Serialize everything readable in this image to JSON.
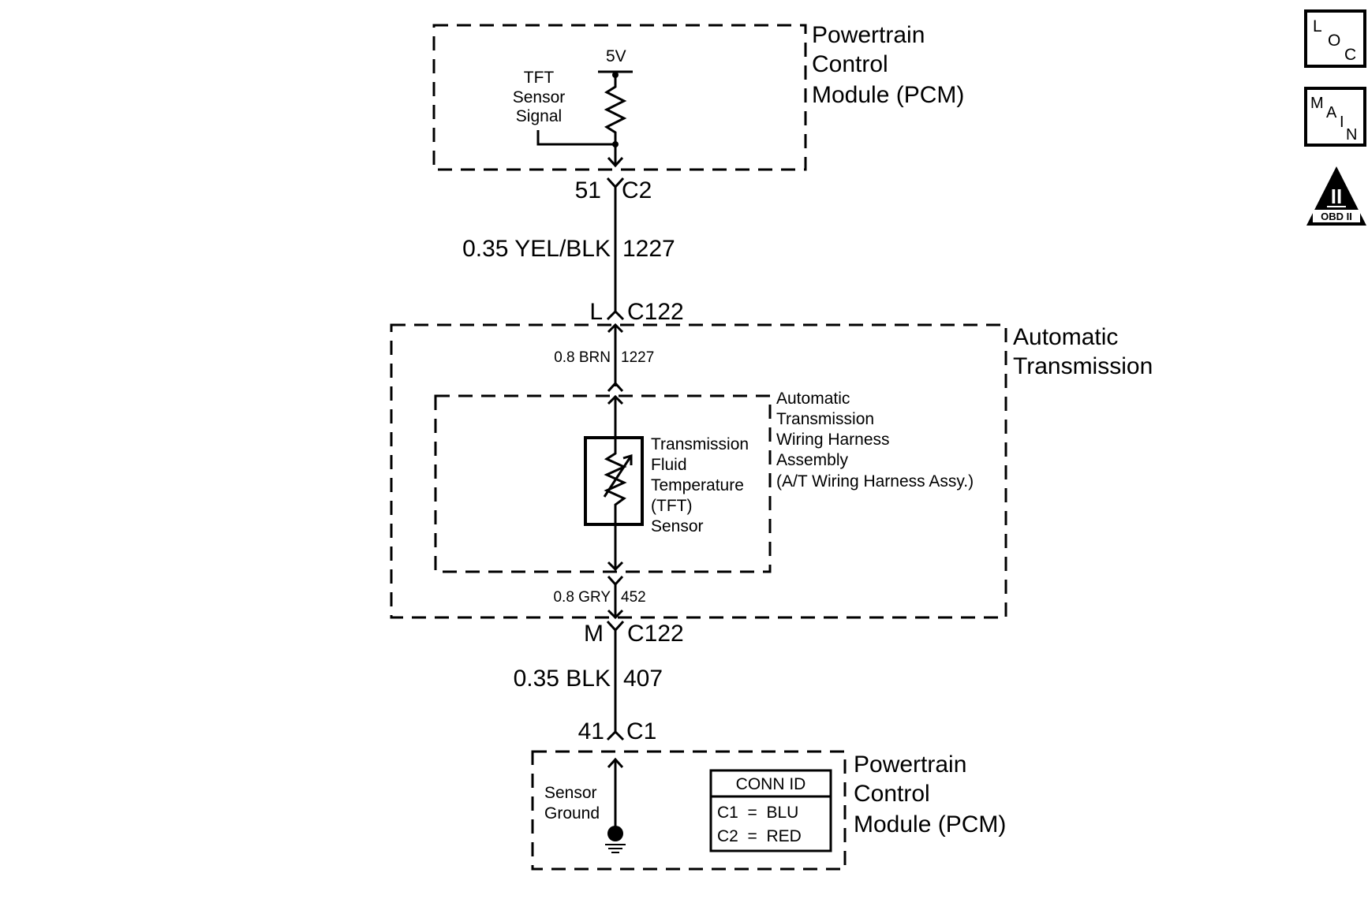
{
  "pcm_top": {
    "title": [
      "Powertrain",
      "Control",
      "Module (PCM)"
    ],
    "voltage": "5V",
    "signal_label": [
      "TFT",
      "Sensor",
      "Signal"
    ]
  },
  "connector_c2": {
    "pin": "51",
    "name": "C2"
  },
  "wire_1227_top": {
    "size_color": "0.35 YEL/BLK",
    "circuit": "1227"
  },
  "connector_c122_top": {
    "pin": "L",
    "name": "C122"
  },
  "auto_trans": {
    "title": [
      "Automatic",
      "Transmission"
    ]
  },
  "wire_1227_inner": {
    "size_color": "0.8 BRN",
    "circuit": "1227"
  },
  "harness": {
    "label": [
      "Automatic",
      "Transmission",
      "Wiring Harness",
      "Assembly",
      "(A/T Wiring Harness Assy.)"
    ]
  },
  "tft_sensor": {
    "label": [
      "Transmission",
      "Fluid",
      "Temperature",
      "(TFT)",
      "Sensor"
    ]
  },
  "wire_452": {
    "size_color": "0.8 GRY",
    "circuit": "452"
  },
  "connector_c122_bottom": {
    "pin": "M",
    "name": "C122"
  },
  "wire_407": {
    "size_color": "0.35 BLK",
    "circuit": "407"
  },
  "connector_c1": {
    "pin": "41",
    "name": "C1"
  },
  "pcm_bottom": {
    "title": [
      "Powertrain",
      "Control",
      "Module (PCM)"
    ],
    "ground_label": [
      "Sensor",
      "Ground"
    ],
    "conn_id": {
      "header": "CONN ID",
      "rows": [
        "C1  =  BLU",
        "C2  =  RED"
      ]
    }
  },
  "side_icons": {
    "loc": {
      "letters": [
        "L",
        "O",
        "C"
      ]
    },
    "main": {
      "letters": [
        "M",
        "A",
        "I",
        "N"
      ]
    },
    "obd": {
      "numeral": "II",
      "caption": "OBD II"
    }
  }
}
